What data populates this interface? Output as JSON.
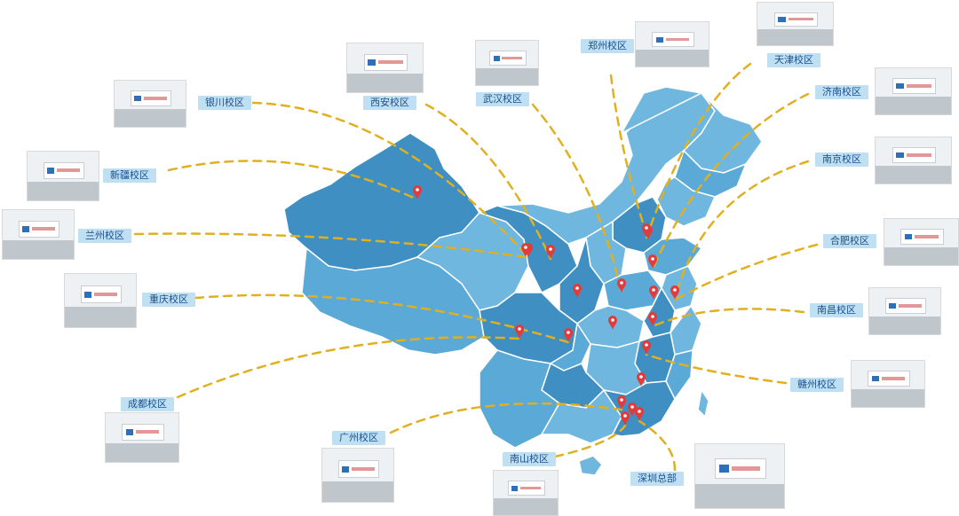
{
  "colors": {
    "province_light": "#6fb7de",
    "province_dark": "#3f8fc2",
    "border": "#ffffff",
    "dashed_line": "#e0b020",
    "pin": "#e23b3b",
    "label_bg": "#bfe0f2",
    "label_text": "#1d4f8c"
  },
  "campuses": [
    {
      "name": "银川校区"
    },
    {
      "name": "西安校区"
    },
    {
      "name": "武汉校区"
    },
    {
      "name": "郑州校区"
    },
    {
      "name": "天津校区"
    },
    {
      "name": "济南校区"
    },
    {
      "name": "南京校区"
    },
    {
      "name": "合肥校区"
    },
    {
      "name": "南昌校区"
    },
    {
      "name": "赣州校区"
    },
    {
      "name": "新疆校区"
    },
    {
      "name": "兰州校区"
    },
    {
      "name": "重庆校区"
    },
    {
      "name": "成都校区"
    },
    {
      "name": "广州校区"
    },
    {
      "name": "南山校区"
    },
    {
      "name": "深圳总部"
    }
  ],
  "icons": {
    "pin": "map-pin-icon",
    "photo": "campus-photo"
  }
}
